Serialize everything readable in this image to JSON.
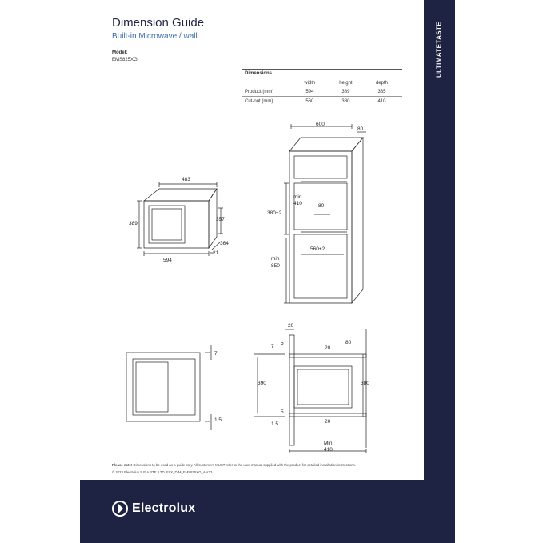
{
  "brand_strip": "ULTIMATETASTE",
  "header": {
    "title": "Dimension Guide",
    "subtitle": "Built-in Microwave / wall",
    "model_label": "Model:",
    "model_value": "EMS825XG"
  },
  "table": {
    "heading": "Dimensions",
    "columns": [
      "",
      "width",
      "height",
      "depth"
    ],
    "rows": [
      {
        "label": "Product (mm)",
        "width": "594",
        "height": "389",
        "depth": "385"
      },
      {
        "label": "Cut-out (mm)",
        "width": "560",
        "height": "380",
        "depth": "410"
      }
    ]
  },
  "front_view": {
    "w483": "483",
    "h389": "389",
    "h357": "357",
    "w594": "594",
    "d364": "364",
    "d21": "21"
  },
  "cabinet_view": {
    "w600": "600",
    "d80": "80",
    "min_label": "min",
    "v410": "410",
    "h380": "380+2",
    "v80b": "80",
    "w560": "560+2",
    "min2_label": "min",
    "v850": "850"
  },
  "front_flat": {
    "t7": "7",
    "b15": "1.5"
  },
  "side_view": {
    "s20": "20",
    "s80": "80",
    "s7": "7",
    "s5": "5",
    "s20b": "20",
    "s390": "390",
    "s380": "380",
    "s5b": "5",
    "s15": "1.5",
    "s20c": "20",
    "min_label": "Min",
    "s410": "410"
  },
  "notes": {
    "please_note": "Please note!",
    "note_text": "Dimensions to be used as a guide only. All customers MUST refer to the user manual supplied with the product for detailed installation instructions.",
    "copyright": "© 2023 Electrolux S.E.A PTE. LTD. ELX_DIM_EMS825XG_Apr23"
  },
  "footer": {
    "brand": "Electrolux"
  },
  "colors": {
    "navy": "#1f2343",
    "accent_blue": "#3c6ea8"
  }
}
